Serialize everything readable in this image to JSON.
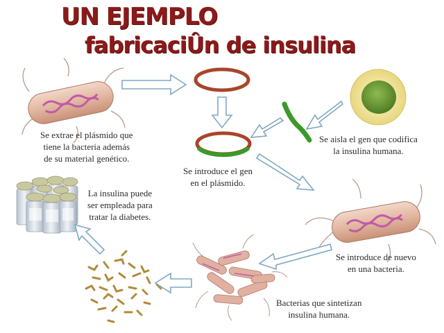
{
  "title": {
    "line1": "UN EJEMPLO",
    "line2": "fabricaciÛn de insulina"
  },
  "captions": {
    "extract": [
      "Se extrae el plásmido que",
      "tiene la bacteria además",
      "de su material genético."
    ],
    "isolate": [
      "Se aisla el gen que codifica",
      "la insulina humana."
    ],
    "introduce": [
      "Se introduce el gen",
      "en el plásmido."
    ],
    "use": [
      "La insulina puede",
      "ser empleada para",
      "tratar la diabetes."
    ],
    "reintroduce": [
      "Se introduce de nuevo",
      "en una bacteria."
    ],
    "synthesize": [
      "Bacterias que sintetizan",
      "insulina humana."
    ]
  },
  "colors": {
    "title": "#8b1a1a",
    "plasmid": "#a8452a",
    "gene": "#3a9a2a",
    "bacterium": "#e2b7a0",
    "bacterium_dna": "#c05aa8",
    "cell_nucleus": "#6e9a3a",
    "cell_cytoplasm": "#f2eaa0",
    "arrow_outline": "#7ea7c4",
    "insulin_pieces": "#b08a3a",
    "vial_cap": "#c9c9a0",
    "vial_glass": "#d6dde6"
  }
}
